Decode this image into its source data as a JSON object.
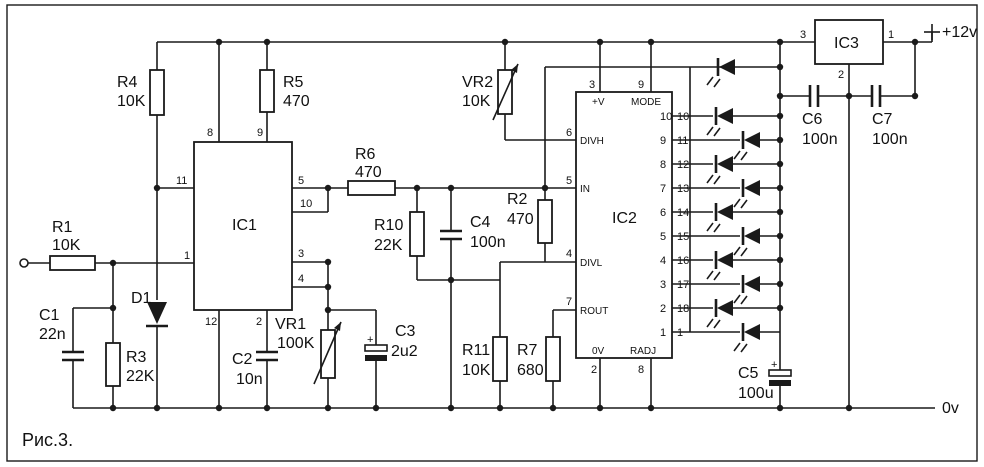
{
  "figure": {
    "caption": "Рис.3.",
    "supply_label": "+12v",
    "ground_label": "0v"
  },
  "ics": {
    "ic1": {
      "name": "IC1",
      "pins": [
        "8",
        "9",
        "11",
        "5",
        "10",
        "1",
        "3",
        "4",
        "12",
        "2"
      ]
    },
    "ic2": {
      "name": "IC2",
      "pin_names": [
        "+V",
        "MODE",
        "DIVH",
        "IN",
        "DIVL",
        "ROUT",
        "0V",
        "RADJ"
      ],
      "pins_top": [
        "3",
        "9"
      ],
      "pins_left": [
        "6",
        "5",
        "4",
        "7"
      ],
      "pins_bottom": [
        "2",
        "8"
      ],
      "pins_right": [
        "10",
        "11",
        "12",
        "13",
        "14",
        "15",
        "16",
        "17",
        "18",
        "1"
      ],
      "pins_right_inner": [
        "10",
        "9",
        "8",
        "7",
        "6",
        "5",
        "4",
        "3",
        "2",
        "1"
      ]
    },
    "ic3": {
      "name": "IC3",
      "pins": [
        "3",
        "1",
        "2"
      ]
    }
  },
  "components": {
    "R1": {
      "ref": "R1",
      "value": "10K"
    },
    "R2": {
      "ref": "R2",
      "value": "470"
    },
    "R3": {
      "ref": "R3",
      "value": "22K"
    },
    "R4": {
      "ref": "R4",
      "value": "10K"
    },
    "R5": {
      "ref": "R5",
      "value": "470"
    },
    "R6": {
      "ref": "R6",
      "value": "470"
    },
    "R7": {
      "ref": "R7",
      "value": "680"
    },
    "R10": {
      "ref": "R10",
      "value": "22K"
    },
    "R11": {
      "ref": "R11",
      "value": "10K"
    },
    "VR1": {
      "ref": "VR1",
      "value": "100K"
    },
    "VR2": {
      "ref": "VR2",
      "value": "10K"
    },
    "C1": {
      "ref": "C1",
      "value": "22n"
    },
    "C2": {
      "ref": "C2",
      "value": "10n"
    },
    "C3": {
      "ref": "C3",
      "value": "2u2"
    },
    "C4": {
      "ref": "C4",
      "value": "100n"
    },
    "C5": {
      "ref": "C5",
      "value": "100u"
    },
    "C6": {
      "ref": "C6",
      "value": "100n"
    },
    "C7": {
      "ref": "C7",
      "value": "100n"
    },
    "D1": {
      "ref": "D1"
    }
  }
}
